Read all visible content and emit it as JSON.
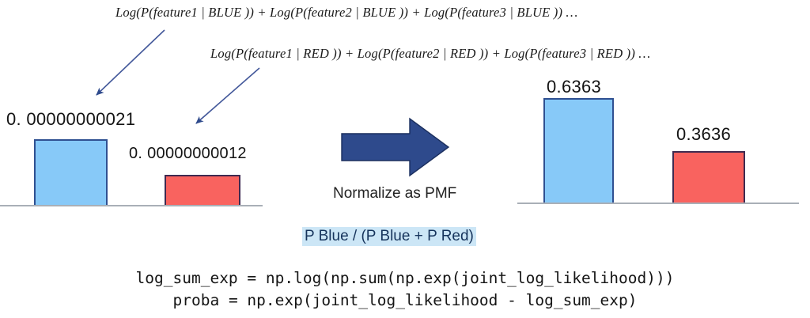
{
  "formulas": {
    "blue_likelihood": "Log(P(feature1 | BLUE )) + Log(P(feature2 | BLUE )) + Log(P(feature3 | BLUE )) …",
    "red_likelihood": "Log(P(feature1 | RED )) + Log(P(feature2 | RED )) + Log(P(feature3 | RED )) …"
  },
  "annotations": {
    "arrow_to_blue_bar": "arrow-pointing-to-blue-bar-label",
    "arrow_to_red_bar": "arrow-pointing-to-red-bar-label",
    "transform_arrow": "right-block-arrow"
  },
  "center": {
    "normalize_caption": "Normalize as PMF",
    "pmf_formula": "P Blue / (P Blue + P Red)"
  },
  "code": {
    "line1": "log_sum_exp = np.log(np.sum(np.exp(joint_log_likelihood)))",
    "line2": "proba = np.exp(joint_log_likelihood - log_sum_exp)"
  },
  "colors": {
    "blue_fill": "#87c9f8",
    "blue_stroke": "#2f5091",
    "red_fill": "#f9635f",
    "red_stroke": "#3f2b51",
    "arrow_navy": "#2e4a8c",
    "highlight": "#cce6f6",
    "baseline": "#a9afb7"
  },
  "chart_data": [
    {
      "type": "bar",
      "title": "Unnormalized joint likelihoods",
      "categories": [
        "BLUE",
        "RED"
      ],
      "values": [
        2.1e-10,
        1.2e-10
      ],
      "value_labels": [
        "0. 00000000021",
        "0. 00000000012"
      ],
      "colors": [
        "#87c9f8",
        "#f9635f"
      ],
      "xlabel": "",
      "ylabel": "",
      "grid": false,
      "legend": false
    },
    {
      "type": "bar",
      "title": "Normalized PMF",
      "categories": [
        "BLUE",
        "RED"
      ],
      "values": [
        0.6363,
        0.3636
      ],
      "value_labels": [
        "0.6363",
        "0.3636"
      ],
      "colors": [
        "#87c9f8",
        "#f9635f"
      ],
      "xlabel": "",
      "ylabel": "",
      "grid": false,
      "legend": false
    }
  ]
}
